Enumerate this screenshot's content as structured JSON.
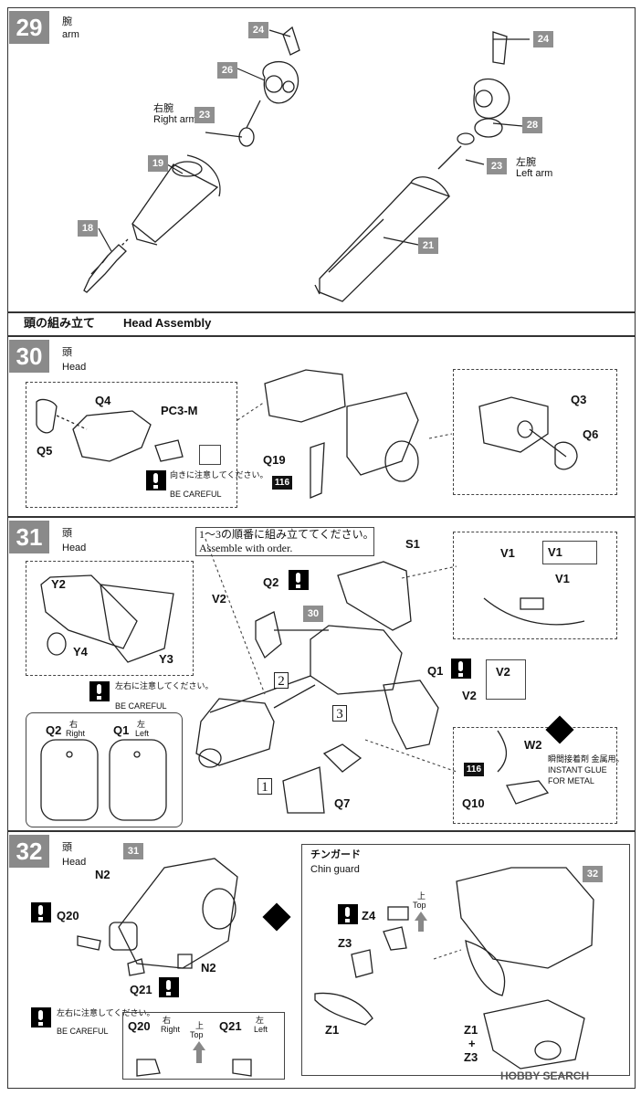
{
  "step29": {
    "num": "29",
    "title_ja": "腕",
    "title_en": "arm",
    "right_arm_ja": "右腕",
    "right_arm_en": "Right arm",
    "left_arm_ja": "左腕",
    "left_arm_en": "Left arm",
    "parts": {
      "p24a": "24",
      "p26": "26",
      "p23a": "23",
      "p19": "19",
      "p18": "18",
      "p24b": "24",
      "p28": "28",
      "p23b": "23",
      "p21": "21"
    }
  },
  "head_assembly": {
    "ja": "頭の組み立て",
    "en": "Head Assembly"
  },
  "step30": {
    "num": "30",
    "title_ja": "頭",
    "title_en": "Head",
    "q4": "Q4",
    "pc3m": "PC3-M",
    "q5": "Q5",
    "care_ja": "向きに注意してください。",
    "care_en": "BE CAREFUL",
    "q19": "Q19",
    "num116": "116",
    "q3": "Q3",
    "q6": "Q6"
  },
  "step31": {
    "num": "31",
    "title_ja": "頭",
    "title_en": "Head",
    "order_ja": "1～3の順番に組み立ててください。",
    "order_en": "Assemble with order.",
    "y2": "Y2",
    "y4": "Y4",
    "y3": "Y3",
    "care_ja": "左右に注意してください。",
    "care_en": "BE CAREFUL",
    "q2": "Q2",
    "q2_ja": "右",
    "q2_en": "Right",
    "q1": "Q1",
    "q1_ja": "左",
    "q1_en": "Left",
    "s1": "S1",
    "v1": "V1",
    "v1b": "V1",
    "v1c": "V1",
    "v2": "V2",
    "v2b": "V2",
    "v2c": "V2",
    "part30": "30",
    "q1b": "Q1",
    "q2b": "Q2",
    "w2": "W2",
    "num116": "116",
    "glue_ja": "瞬間接着剤 金属用。",
    "glue_en1": "INSTANT GLUE",
    "glue_en2": "FOR METAL",
    "q10": "Q10",
    "q7": "Q7",
    "o1": "1",
    "o2": "2",
    "o3": "3"
  },
  "step32": {
    "num": "32",
    "title_ja": "頭",
    "title_en": "Head",
    "part31": "31",
    "n2a": "N2",
    "q20": "Q20",
    "n2b": "N2",
    "q21": "Q21",
    "care_ja": "左右に注意してください。",
    "care_en": "BE CAREFUL",
    "q20b": "Q20",
    "q20_ja": "右",
    "q20_en": "Right",
    "top_ja": "上",
    "top_en": "Top",
    "q21b": "Q21",
    "q21_ja": "左",
    "q21_en": "Left",
    "chin_ja": "チンガード",
    "chin_en": "Chin guard",
    "top2_ja": "上",
    "top2_en": "Top",
    "z4": "Z4",
    "z3": "Z3",
    "z1": "Z1",
    "part32": "32",
    "z1b": "Z1",
    "plus": "+",
    "z3b": "Z3"
  },
  "watermark": "HOBBY SEARCH"
}
